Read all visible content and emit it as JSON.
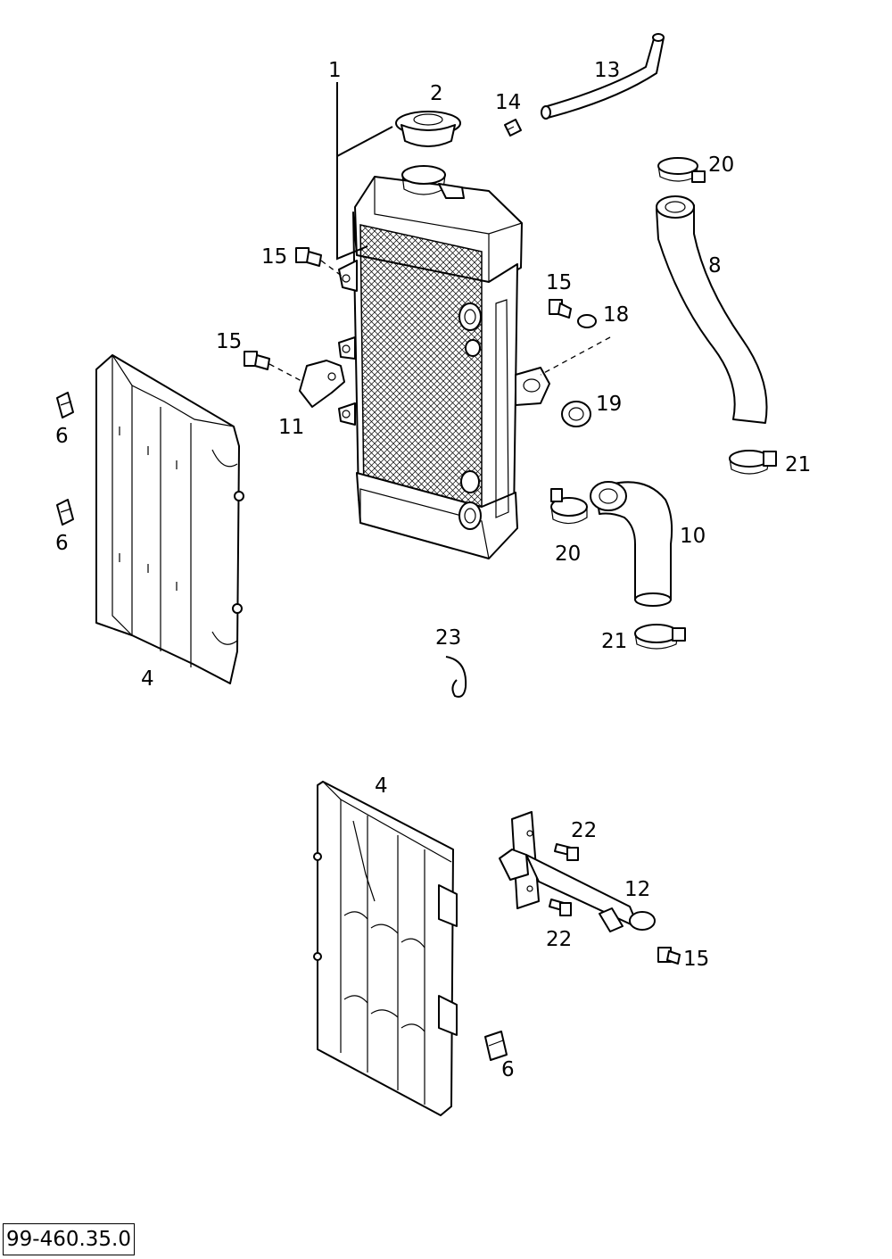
{
  "diagram": {
    "reference_number": "99-460.35.0",
    "callouts": {
      "c1": "1",
      "c2": "2",
      "c4_upper": "4",
      "c4_lower": "4",
      "c6_a": "6",
      "c6_b": "6",
      "c6_c": "6",
      "c8": "8",
      "c10": "10",
      "c11": "11",
      "c12": "12",
      "c13": "13",
      "c14": "14",
      "c15_a": "15",
      "c15_b": "15",
      "c15_c": "15",
      "c15_d": "15",
      "c18": "18",
      "c19": "19",
      "c20_a": "20",
      "c20_b": "20",
      "c21_a": "21",
      "c21_b": "21",
      "c22_a": "22",
      "c22_b": "22",
      "c23": "23"
    }
  }
}
